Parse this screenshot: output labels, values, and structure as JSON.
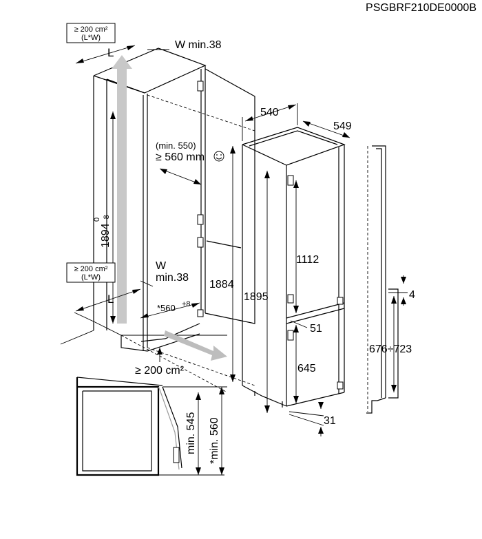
{
  "model_code": "PSGBRF210DE0000B",
  "niche": {
    "vent_top_label": "≥ 200 cm²",
    "vent_top_unit": "(L*W)",
    "width_label_top": "L",
    "w_min_top": "W min.38",
    "height_value": "1894",
    "height_tol_upper": "0",
    "height_tol_lower": "-8",
    "depth_min": "(min. 550)",
    "depth_value": "≥ 560 mm",
    "vent_bottom_label": "≥ 200 cm²",
    "vent_bottom_unit": "(L*W)",
    "w_label": "W",
    "w_min_bottom": "min.38",
    "width_label_bottom": "L",
    "niche_width": "*560",
    "niche_width_tol": "+8",
    "floor_vent": "≥ 200 cm²",
    "smiley_icon": "smiley-icon"
  },
  "appliance": {
    "width": "540",
    "depth": "549",
    "height_body": "1884",
    "height_total": "1895",
    "upper_door": "1112",
    "gap_mid": "51",
    "lower_door": "645",
    "base_gap": "31"
  },
  "side_view": {
    "offset": "4",
    "range": "676÷723"
  },
  "section_view": {
    "min_depth_1": "min. 545",
    "min_depth_2": "*min. 560"
  }
}
